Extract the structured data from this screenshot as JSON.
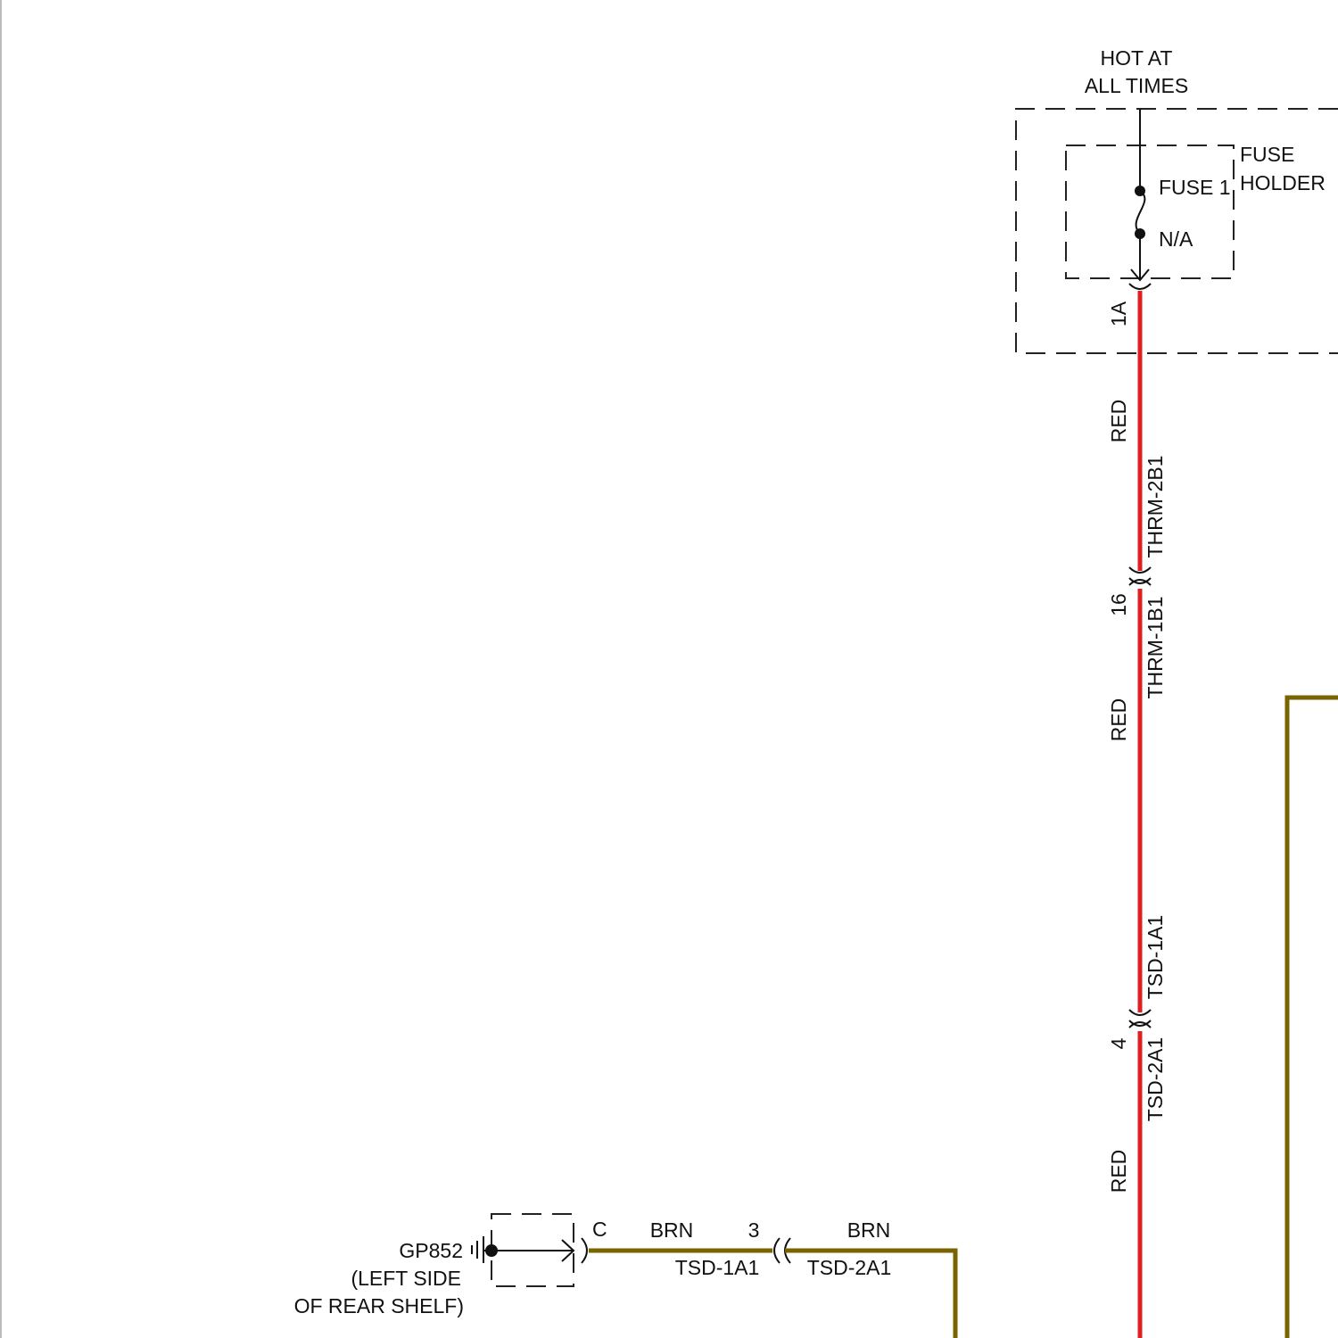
{
  "colors": {
    "red_wire": "#e02020",
    "brown_wire": "#7a6400",
    "line": "#111111"
  },
  "source": {
    "line1": "HOT AT",
    "line2": "ALL TIMES"
  },
  "fuse_holder": {
    "label_line1": "FUSE",
    "label_line2": "HOLDER",
    "fuse_name": "FUSE 1",
    "fuse_rating": "N/A",
    "pin": "1A"
  },
  "red_circuit": {
    "seg1": {
      "color": "RED",
      "id": "THRM-2B1"
    },
    "connector1": {
      "pin": "16"
    },
    "seg2": {
      "color": "RED",
      "id": "THRM-1B1"
    },
    "seg3": {
      "id": "TSD-1A1"
    },
    "connector2": {
      "pin": "4"
    },
    "seg4": {
      "color": "RED",
      "id": "TSD-2A1"
    }
  },
  "ground_circuit": {
    "ground": {
      "id": "GP852",
      "loc_line1": "(LEFT SIDE",
      "loc_line2": "OF REAR SHELF)",
      "pin": "C"
    },
    "seg1": {
      "color": "BRN",
      "id": "TSD-1A1"
    },
    "connector": {
      "pin": "3"
    },
    "seg2": {
      "color": "BRN",
      "id": "TSD-2A1"
    }
  }
}
